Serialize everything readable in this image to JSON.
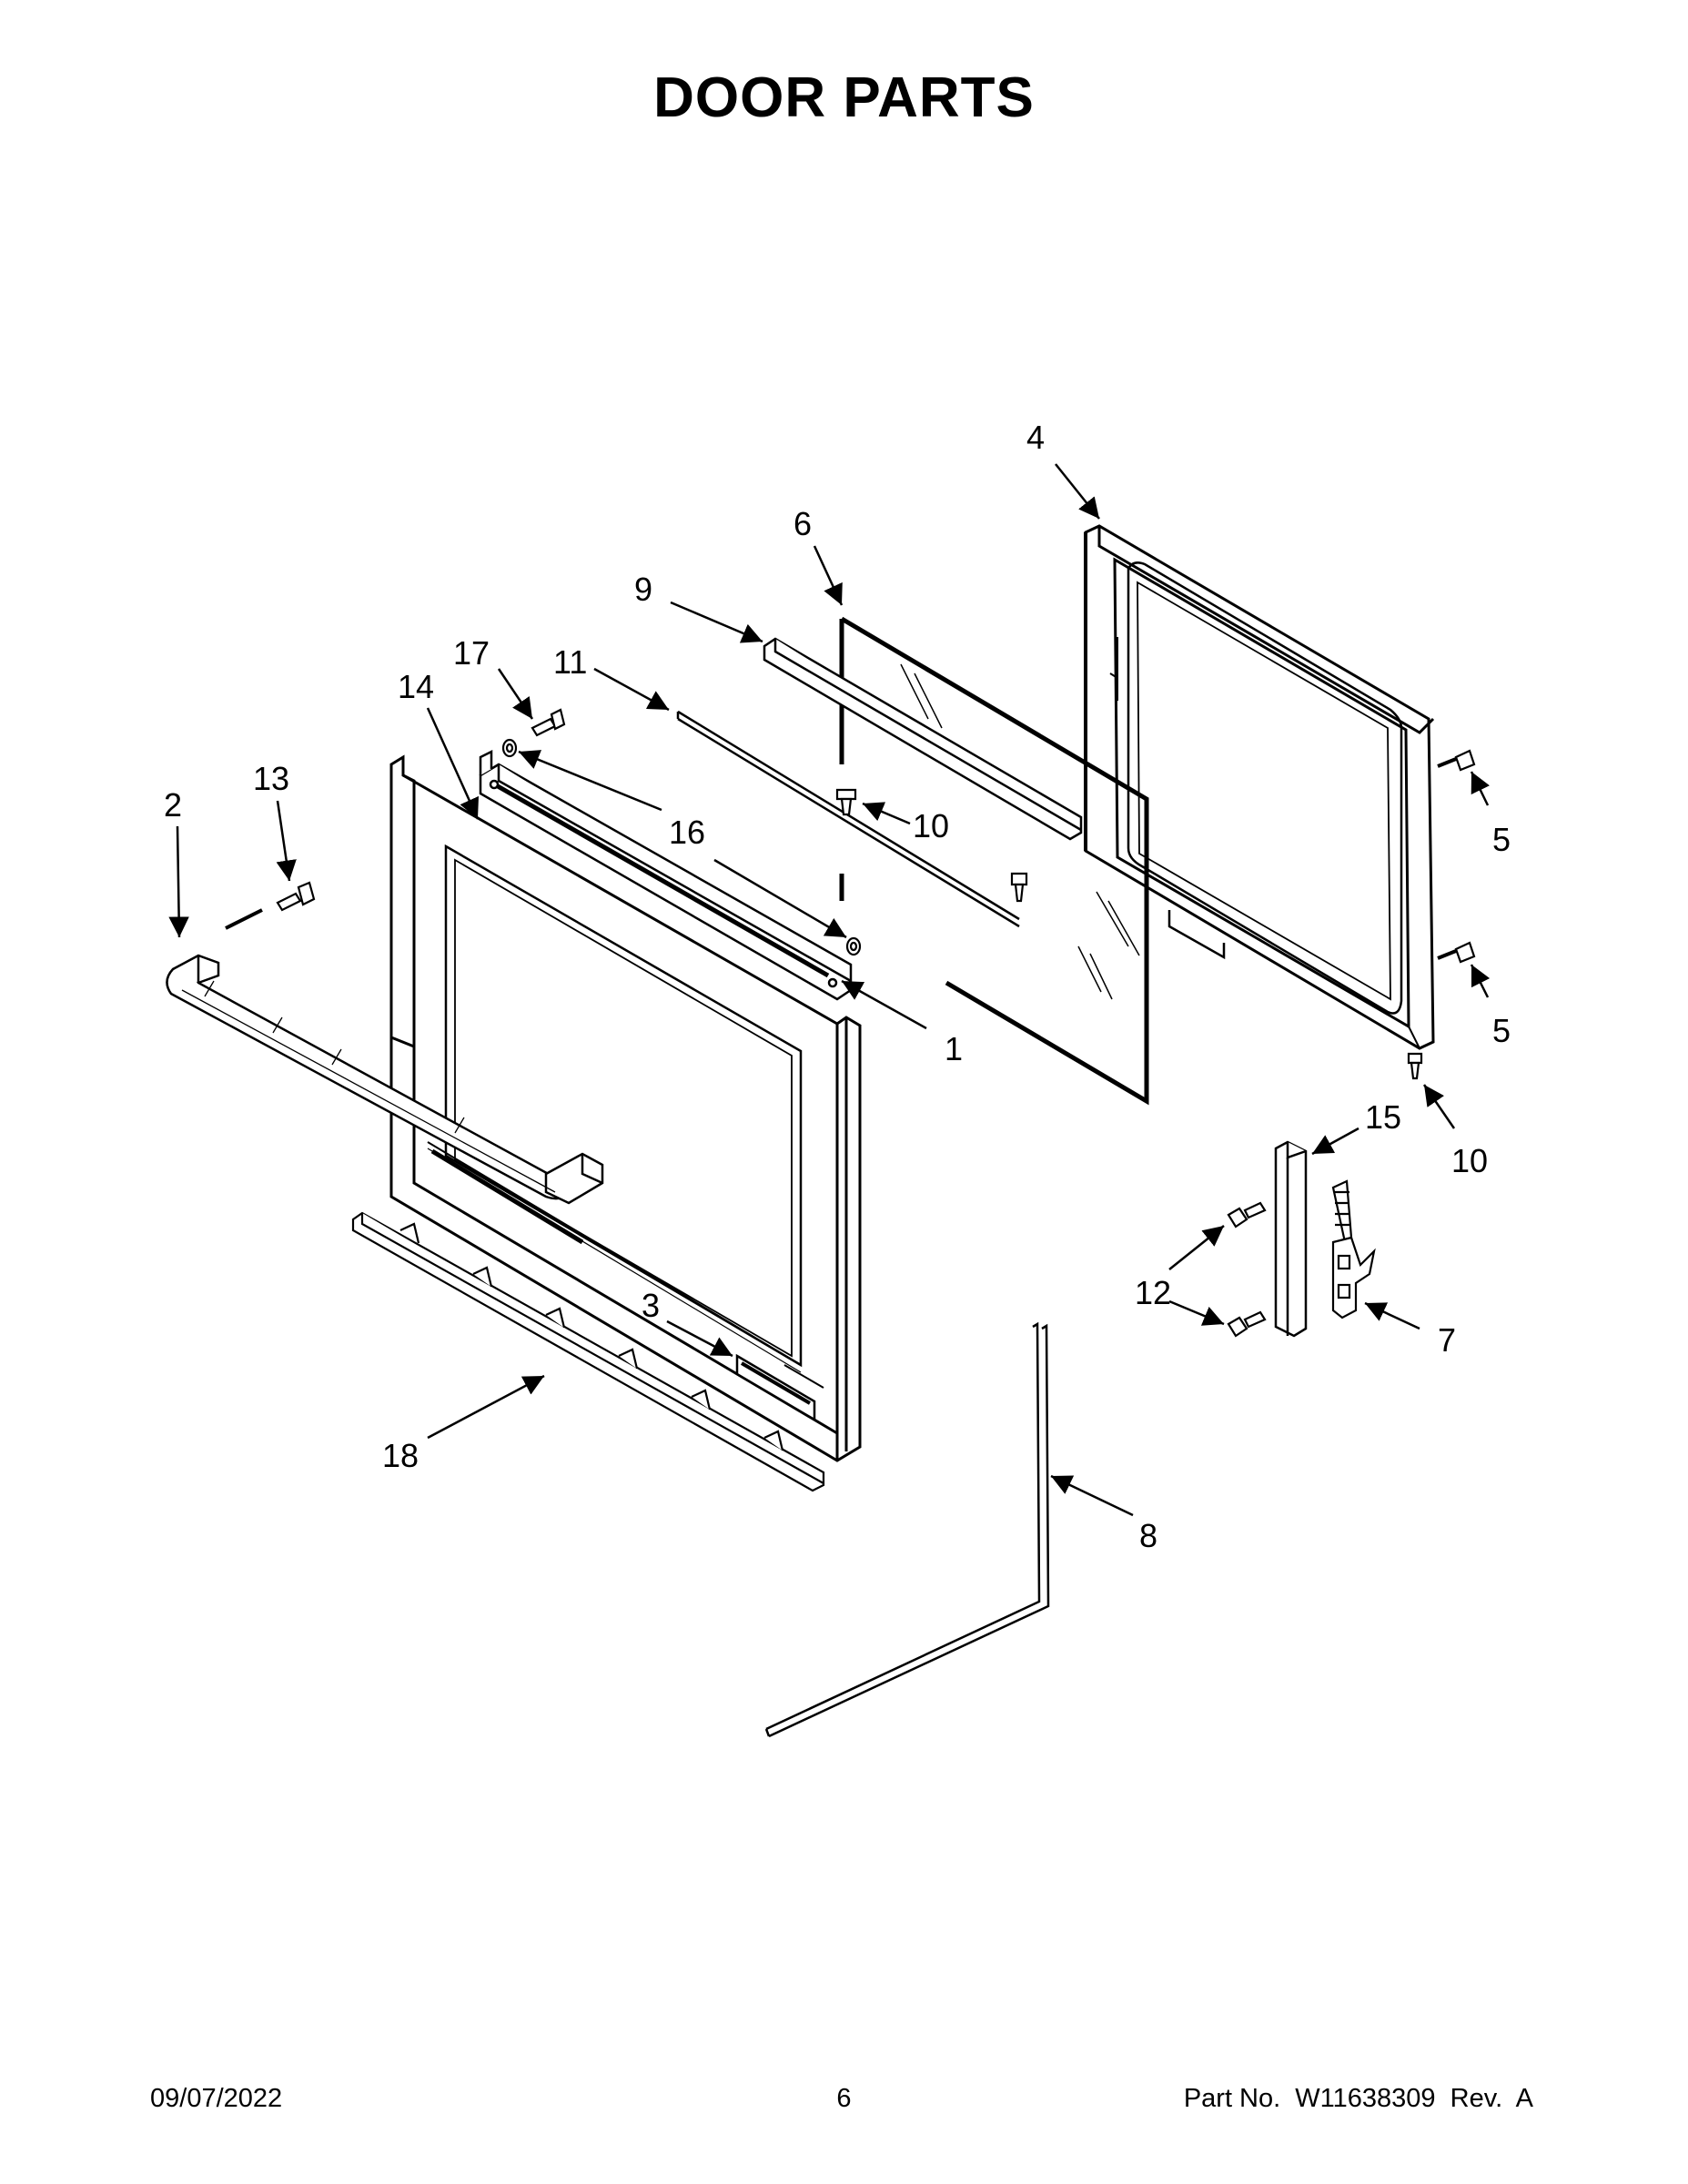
{
  "title": "DOOR PARTS",
  "callouts": {
    "c1": "1",
    "c2": "2",
    "c3": "3",
    "c4": "4",
    "c5a": "5",
    "c5b": "5",
    "c6": "6",
    "c7": "7",
    "c8": "8",
    "c9": "9",
    "c10a": "10",
    "c10b": "10",
    "c11": "11",
    "c12": "12",
    "c13": "13",
    "c14": "14",
    "c15": "15",
    "c16": "16",
    "c17": "17",
    "c18": "18"
  },
  "footer": {
    "date": "09/07/2022",
    "page": "6",
    "part_no": "Part No.  W11638309  Rev.  A"
  }
}
